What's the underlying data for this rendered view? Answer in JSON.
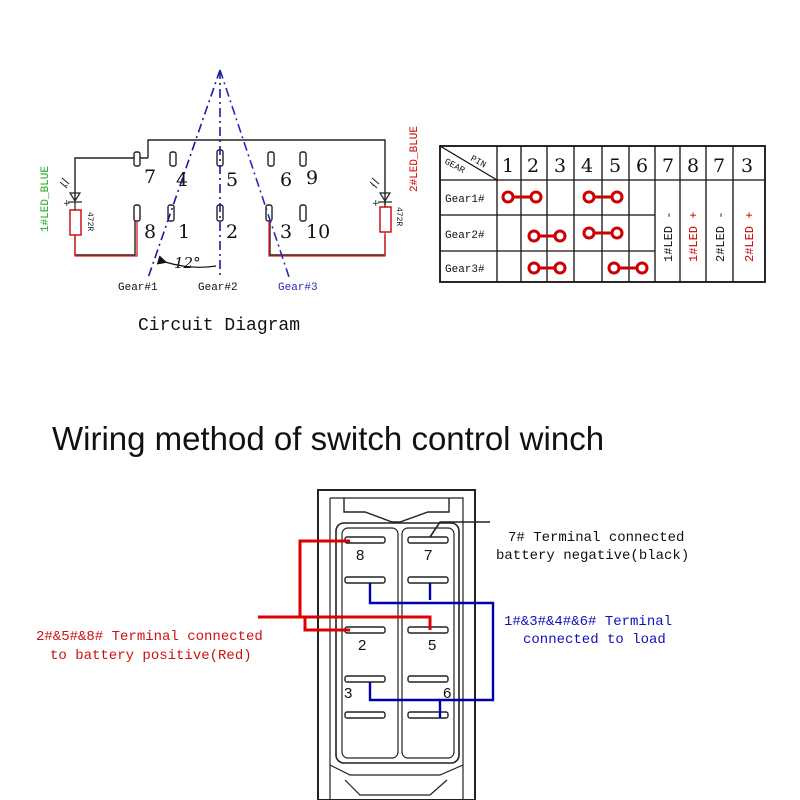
{
  "circuit": {
    "caption": "Circuit Diagram",
    "led_left_label": "1#LED_BLUE",
    "led_right_label": "2#LED_BLUE",
    "resistor_left": "472R",
    "resistor_right": "472R",
    "pin_top_7": "7",
    "pin_top_4": "4",
    "pin_top_5": "5",
    "pin_top_6": "6",
    "pin_top_9": "9",
    "pin_bot_8": "8",
    "pin_bot_1": "1",
    "pin_bot_2": "2",
    "pin_bot_3": "3",
    "pin_bot_10": "10",
    "angle": "12°",
    "gear1": "Gear#1",
    "gear2": "Gear#2",
    "gear3": "Gear#3"
  },
  "pin_table": {
    "corner_pin": "PIN",
    "corner_gear": "GEAR",
    "pins": [
      "1",
      "2",
      "3",
      "4",
      "5",
      "6",
      "7",
      "8",
      "7",
      "3"
    ],
    "rows": [
      "Gear1#",
      "Gear2#",
      "Gear3#"
    ],
    "led_labels": [
      "1#LED -",
      "1#LED +",
      "2#LED -",
      "2#LED +"
    ],
    "colors": {
      "red": "#cc0000",
      "black": "#111111"
    }
  },
  "wiring": {
    "title": "Wiring method of switch control winch",
    "t8": "8",
    "t7": "7",
    "t2": "2",
    "t5": "5",
    "t3": "3",
    "t6": "6",
    "note_negative_1": "7# Terminal connected",
    "note_negative_2": "battery negative(black)",
    "note_load_1": "1#&3#&4#&6# Terminal",
    "note_load_2": "connected to load",
    "note_positive_1": "2#&5#&8# Terminal connected",
    "note_positive_2": "to battery positive(Red)",
    "colors": {
      "positive": "#dd0000",
      "load": "#0000aa",
      "label_red": "#cc1111",
      "label_blue": "#1111bb"
    }
  }
}
